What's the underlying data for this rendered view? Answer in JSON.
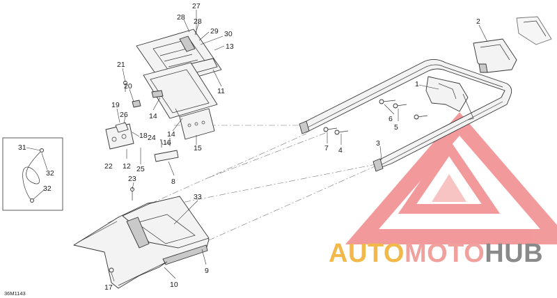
{
  "diagram": {
    "code": "36M1143",
    "callouts": [
      {
        "id": "c27",
        "label": "27"
      },
      {
        "id": "c28a",
        "label": "28"
      },
      {
        "id": "c28b",
        "label": "28"
      },
      {
        "id": "c29",
        "label": "29"
      },
      {
        "id": "c30",
        "label": "30"
      },
      {
        "id": "c13",
        "label": "13"
      },
      {
        "id": "c11",
        "label": "11"
      },
      {
        "id": "c21",
        "label": "21"
      },
      {
        "id": "c20",
        "label": "20"
      },
      {
        "id": "c19",
        "label": "19"
      },
      {
        "id": "c26",
        "label": "26"
      },
      {
        "id": "c14a",
        "label": "14"
      },
      {
        "id": "c14b",
        "label": "14"
      },
      {
        "id": "c18",
        "label": "18"
      },
      {
        "id": "c24",
        "label": "24"
      },
      {
        "id": "c16",
        "label": "16"
      },
      {
        "id": "c15",
        "label": "15"
      },
      {
        "id": "c22",
        "label": "22"
      },
      {
        "id": "c12",
        "label": "12"
      },
      {
        "id": "c25",
        "label": "25"
      },
      {
        "id": "c8",
        "label": "8"
      },
      {
        "id": "c31",
        "label": "31"
      },
      {
        "id": "c32a",
        "label": "32"
      },
      {
        "id": "c32b",
        "label": "32"
      },
      {
        "id": "c23",
        "label": "23"
      },
      {
        "id": "c33",
        "label": "33"
      },
      {
        "id": "c9",
        "label": "9"
      },
      {
        "id": "c10",
        "label": "10"
      },
      {
        "id": "c17",
        "label": "17"
      },
      {
        "id": "c2",
        "label": "2"
      },
      {
        "id": "c1",
        "label": "1"
      },
      {
        "id": "c6",
        "label": "6"
      },
      {
        "id": "c5",
        "label": "5"
      },
      {
        "id": "c7",
        "label": "7"
      },
      {
        "id": "c4",
        "label": "4"
      },
      {
        "id": "c3",
        "label": "3"
      }
    ]
  },
  "watermark": {
    "part1": "AUTO",
    "part2": "MOTO",
    "part3": "HUB",
    "color_light": "#f2b84a",
    "color_red": "#e8484a",
    "color_dark": "#8a8a8a"
  }
}
